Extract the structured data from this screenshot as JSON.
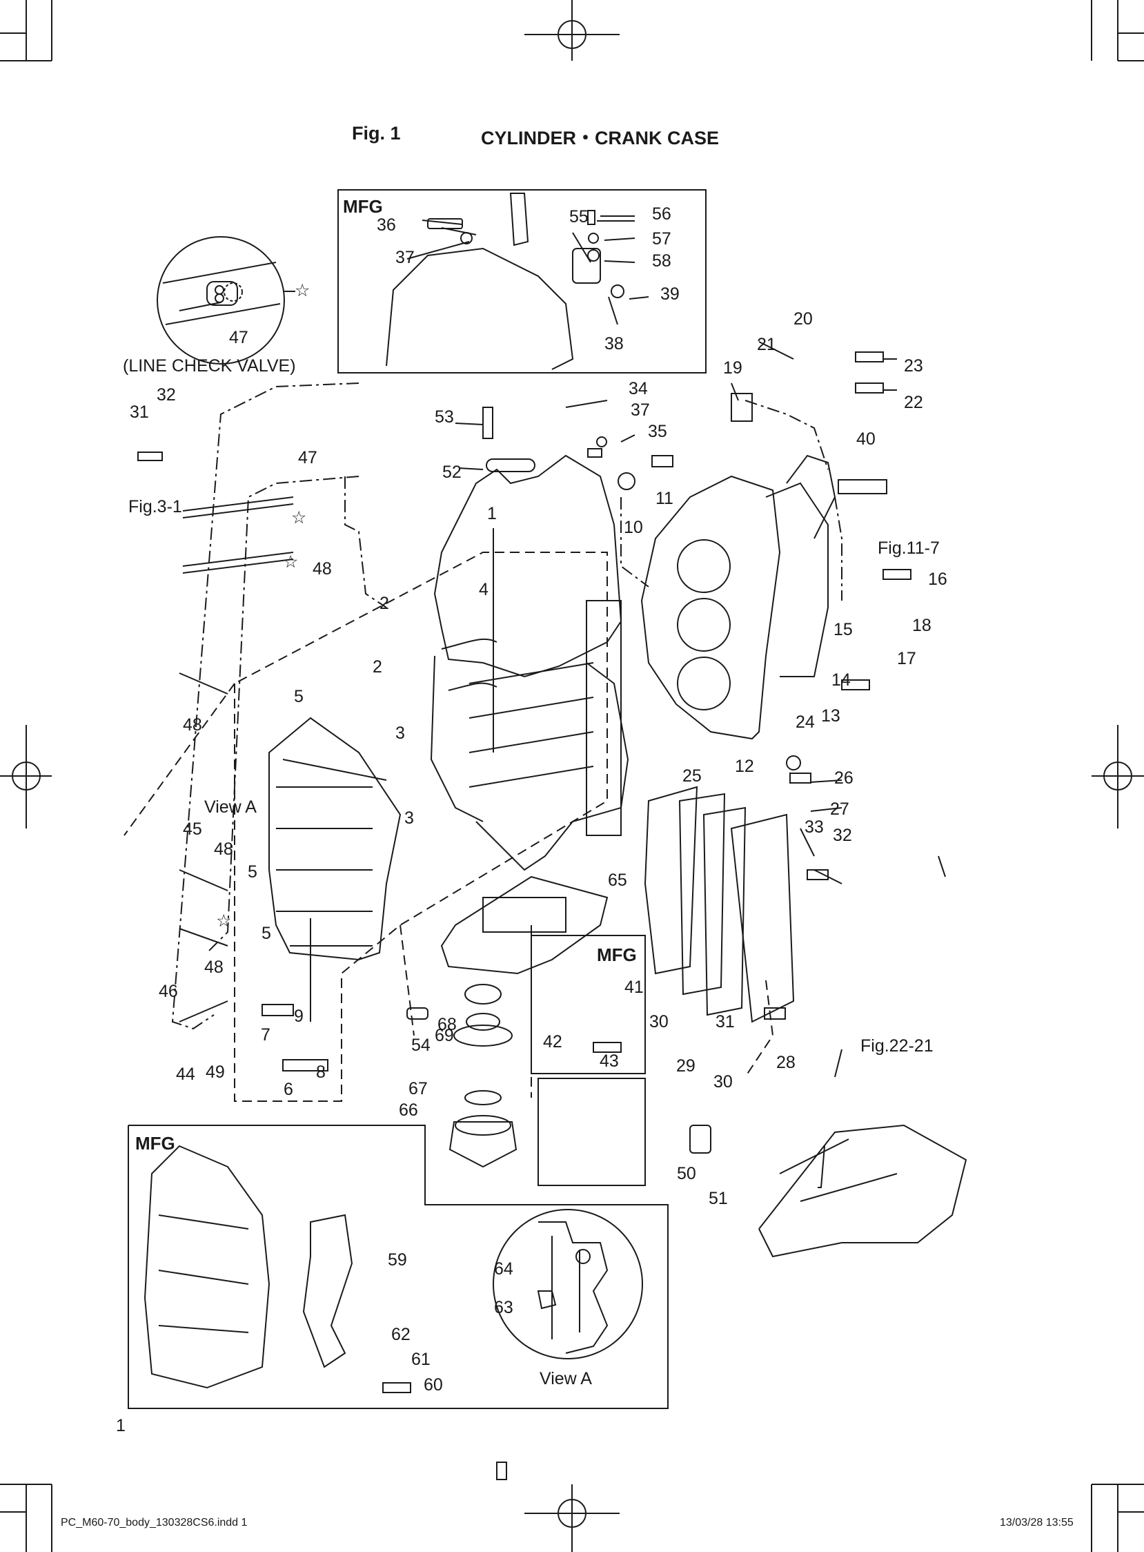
{
  "header": {
    "fig_number": "Fig. 1",
    "title": "CYLINDER・CRANK CASE"
  },
  "box_tags": {
    "top": "MFG",
    "right": "MFG",
    "bottom": "MFG"
  },
  "captions": {
    "line_check_valve": "(LINE CHECK VALVE)",
    "view_a_arrow": "View A",
    "view_a_inset": "View A",
    "fig_3_1": "Fig.3-1",
    "fig_11_7": "Fig.11-7",
    "fig_22_21": "Fig.22-21"
  },
  "callouts": [
    "1",
    "2",
    "2",
    "3",
    "3",
    "4",
    "5",
    "5",
    "5",
    "6",
    "7",
    "8",
    "9",
    "10",
    "11",
    "12",
    "13",
    "14",
    "15",
    "16",
    "17",
    "18",
    "19",
    "20",
    "21",
    "22",
    "23",
    "24",
    "25",
    "26",
    "27",
    "28",
    "29",
    "30",
    "30",
    "31",
    "31",
    "32",
    "32",
    "33",
    "34",
    "35",
    "36",
    "37",
    "37",
    "38",
    "39",
    "40",
    "41",
    "42",
    "43",
    "44",
    "45",
    "46",
    "47",
    "47",
    "48",
    "48",
    "48",
    "48",
    "49",
    "50",
    "51",
    "52",
    "53",
    "54",
    "55",
    "56",
    "57",
    "58",
    "59",
    "60",
    "61",
    "62",
    "63",
    "64",
    "65",
    "66",
    "67",
    "68",
    "69"
  ],
  "symbols": {
    "star": "☆"
  },
  "footer": {
    "page_number": "1",
    "file_name": "PC_M60-70_body_130328CS6.indd   1",
    "timestamp": "13/03/28   13:55"
  }
}
